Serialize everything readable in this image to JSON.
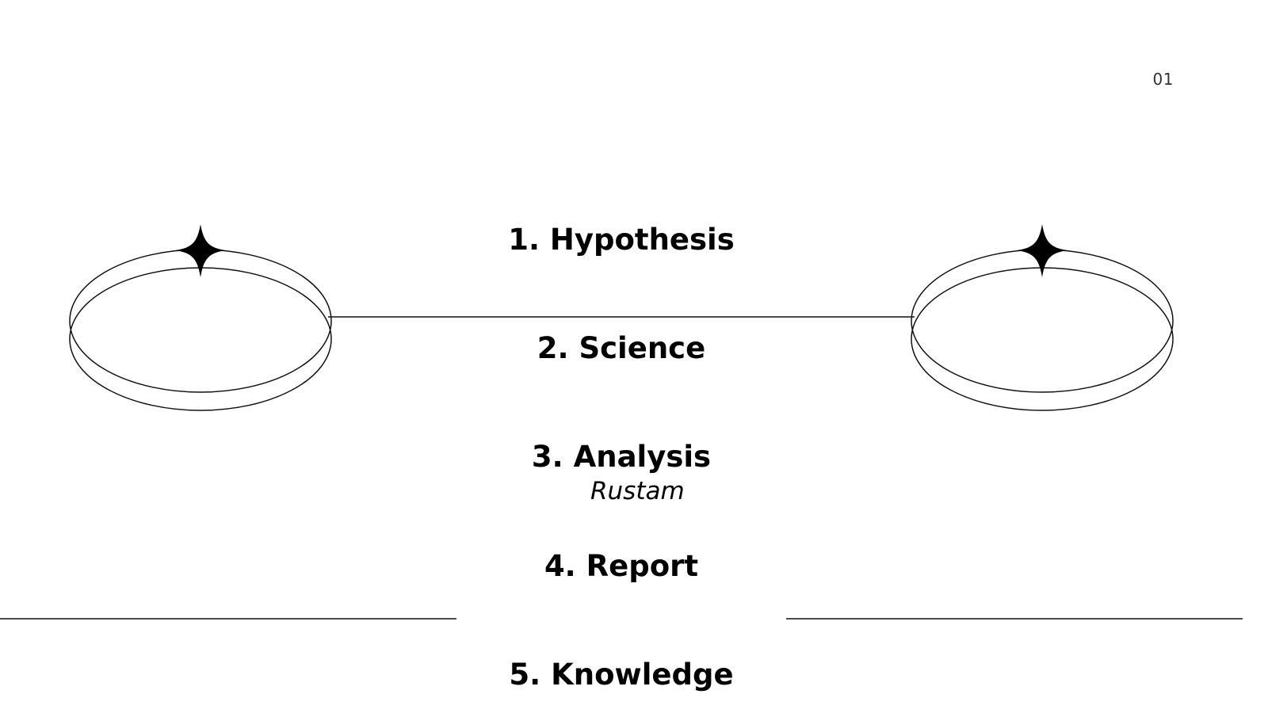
{
  "slide": {
    "page_number": "01",
    "agenda": [
      {
        "label": "1. Hypothesis"
      },
      {
        "label": "2. Science"
      },
      {
        "label": "3. Analysis",
        "sublabel": "Rustam"
      },
      {
        "label": "4. Report"
      },
      {
        "label": "5. Knowledge"
      }
    ]
  },
  "decorations": {
    "icons": [
      "sparkle-icon",
      "ring-ellipse-icon"
    ],
    "line_color": "#111111"
  }
}
